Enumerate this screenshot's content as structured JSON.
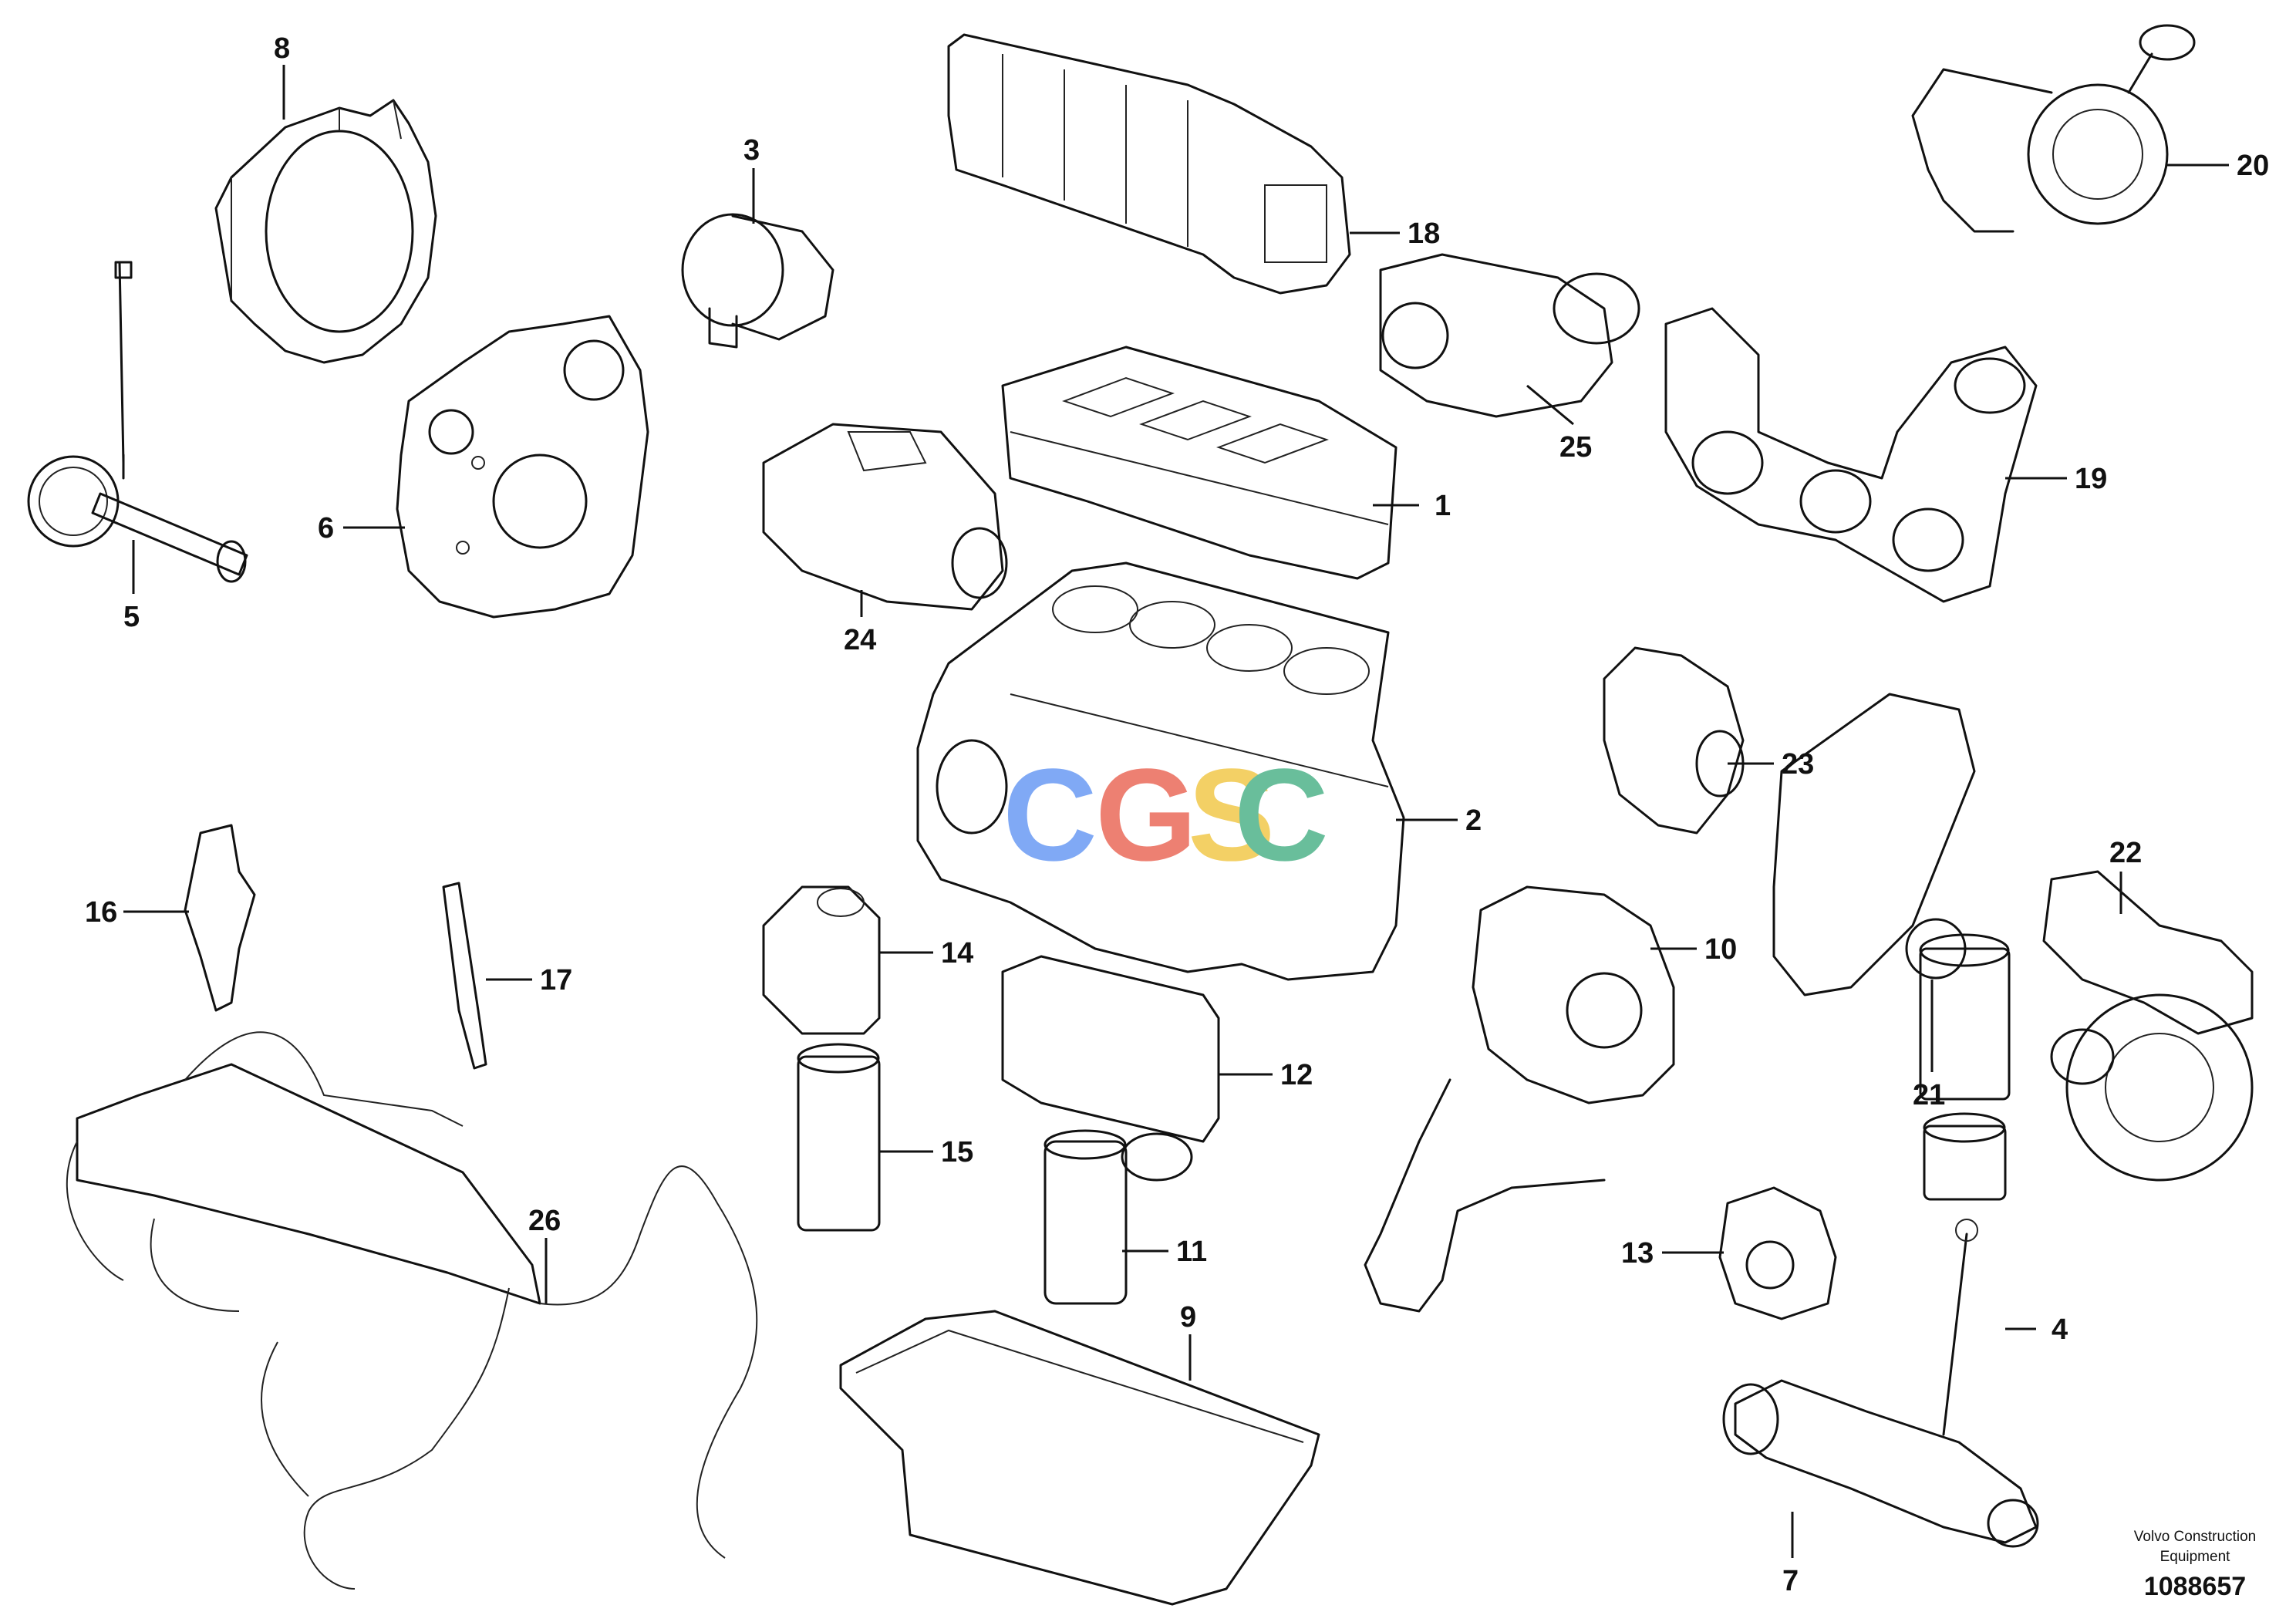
{
  "callouts": [
    "1",
    "2",
    "3",
    "4",
    "5",
    "6",
    "7",
    "8",
    "9",
    "10",
    "11",
    "12",
    "13",
    "14",
    "15",
    "16",
    "17",
    "18",
    "19",
    "20",
    "21",
    "22",
    "23",
    "24",
    "25",
    "26"
  ],
  "brand": {
    "line1": "Volvo Construction",
    "line2": "Equipment",
    "document_number": "1088657"
  },
  "watermark": {
    "letters": [
      "C",
      "G",
      "S",
      "C"
    ],
    "colors": [
      "#6a9bf4",
      "#ea6a5a",
      "#f2c84b",
      "#4fb38a"
    ]
  }
}
